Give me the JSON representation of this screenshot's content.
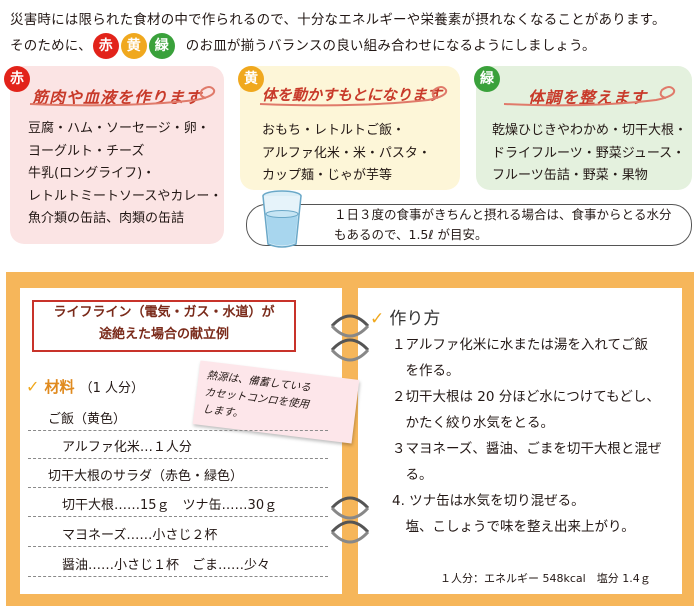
{
  "intro": {
    "line1": "災害時には限られた食材の中で作られるので、十分なエネルギーや栄養素が摂れなくなることがあります。",
    "line2_pre": "そのために、",
    "line2_post": "のお皿が揃うバランスの良い組み合わせになるようにしましょう。",
    "dots": [
      "赤",
      "黄",
      "緑"
    ]
  },
  "colors": {
    "red": "#e2231a",
    "yellow": "#f0a81e",
    "green": "#3aa13b",
    "red_bg": "#fbe4e4",
    "yellow_bg": "#fdf6d8",
    "green_bg": "#e4f1de",
    "orange": "#f6b65a"
  },
  "groups": {
    "red": {
      "badge": "赤",
      "heading": "筋肉や血液を作ります",
      "items": [
        "豆腐・ハム・ソーセージ・卵・",
        "ヨーグルト・チーズ",
        "牛乳(ロングライフ)・",
        "レトルトミートソースやカレー・",
        "魚介類の缶詰、肉類の缶詰"
      ]
    },
    "yellow": {
      "badge": "黄",
      "heading": "体を動かすもとになります",
      "items": [
        "おもち・レトルトご飯・",
        "アルファ化米・米・パスタ・",
        "カップ麺・じゃが芋等"
      ]
    },
    "green": {
      "badge": "緑",
      "heading": "体調を整えます",
      "items": [
        "乾燥ひじきやわかめ・切干大根・",
        "ドライフルーツ・野菜ジュース・",
        "フルーツ缶詰・野菜・果物"
      ]
    }
  },
  "water_note": {
    "line1": "１日３度の食事がきちんと摂れる場合は、食事からとる水分",
    "line2": "もあるので、1.5ℓ が目安。"
  },
  "recipe": {
    "title_line1": "ライフライン（電気・ガス・水道）が",
    "title_line2": "途絶えた場合の献立例",
    "materials_label": "材料",
    "servings": "（1 人分）",
    "sticky_note": [
      "熱源は、備蓄している",
      "カセットコンロを使用",
      "します。"
    ],
    "ingredients": [
      "ご飯（黄色）",
      "アルファ化米…１人分",
      "切干大根のサラダ（赤色・緑色）",
      "切干大根……15ｇ　ツナ缶……30ｇ",
      "マヨネーズ……小さじ２杯",
      "醤油……小さじ１杯　ごま……少々"
    ],
    "method_label": "作り方",
    "steps": [
      "１アルファ化米に水または湯を入れてご飯",
      "　を作る。",
      "２切干大根は 20 分ほど水につけてもどし、",
      "　かたく絞り水気をとる。",
      "３マヨネーズ、醤油、ごまを切干大根と混ぜ",
      "　る。",
      "4. ツナ缶は水気を切り混ぜる。",
      "　塩、こしょうで味を整え出来上がり。"
    ],
    "nutrition": "１人分：エネルギー 548kcal　塩分 1.4ｇ"
  }
}
